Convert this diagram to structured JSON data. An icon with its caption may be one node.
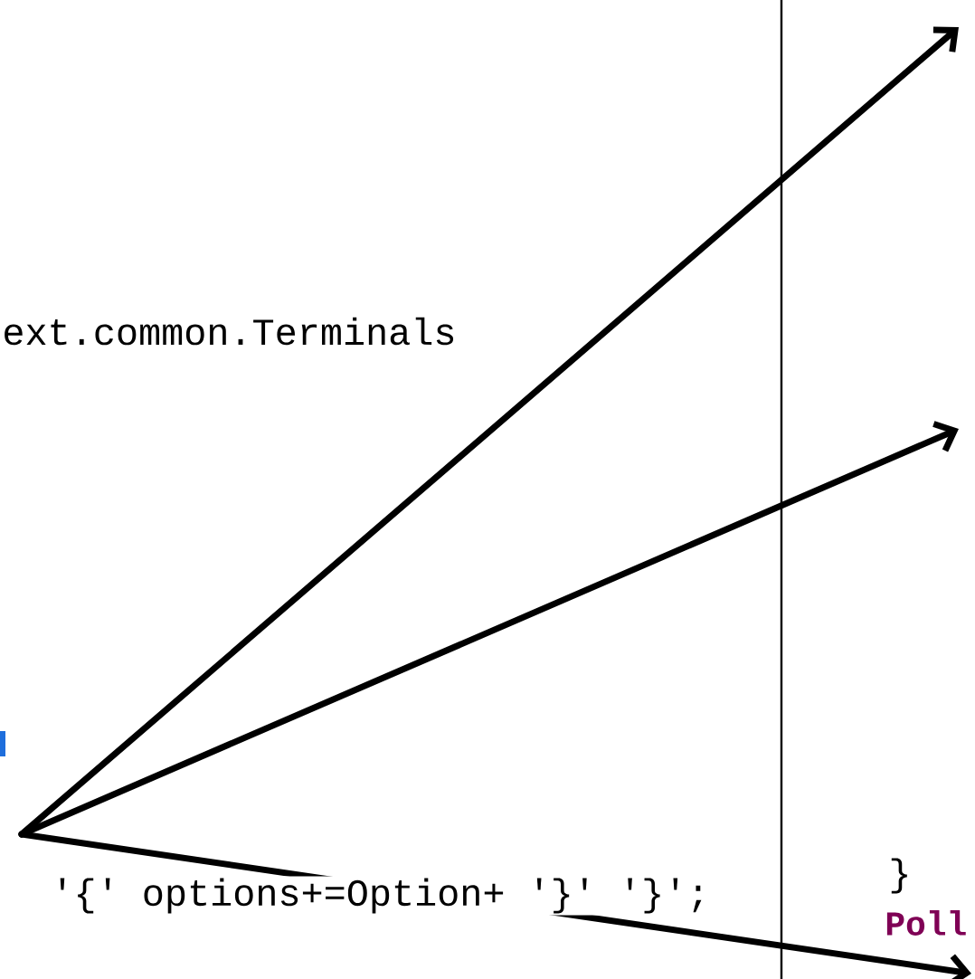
{
  "diagram": {
    "labels": [
      "ext.common.Terminals",
      "'{' options+=Option+ '}' '}';",
      "}",
      "Poll"
    ]
  }
}
